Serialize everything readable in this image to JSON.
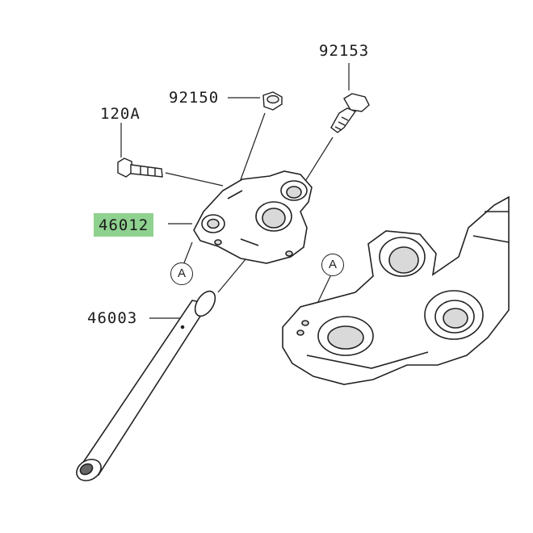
{
  "labels": {
    "p92153": "92153",
    "p92150": "92150",
    "p120A": "120A",
    "p46012": "46012",
    "p46003": "46003"
  },
  "refs": {
    "a_left": "A",
    "a_right": "A"
  },
  "colors": {
    "highlight": "#8fd18f",
    "line": "#222222",
    "part_fill": "#ffffff",
    "shade": "#d9d9d9"
  }
}
